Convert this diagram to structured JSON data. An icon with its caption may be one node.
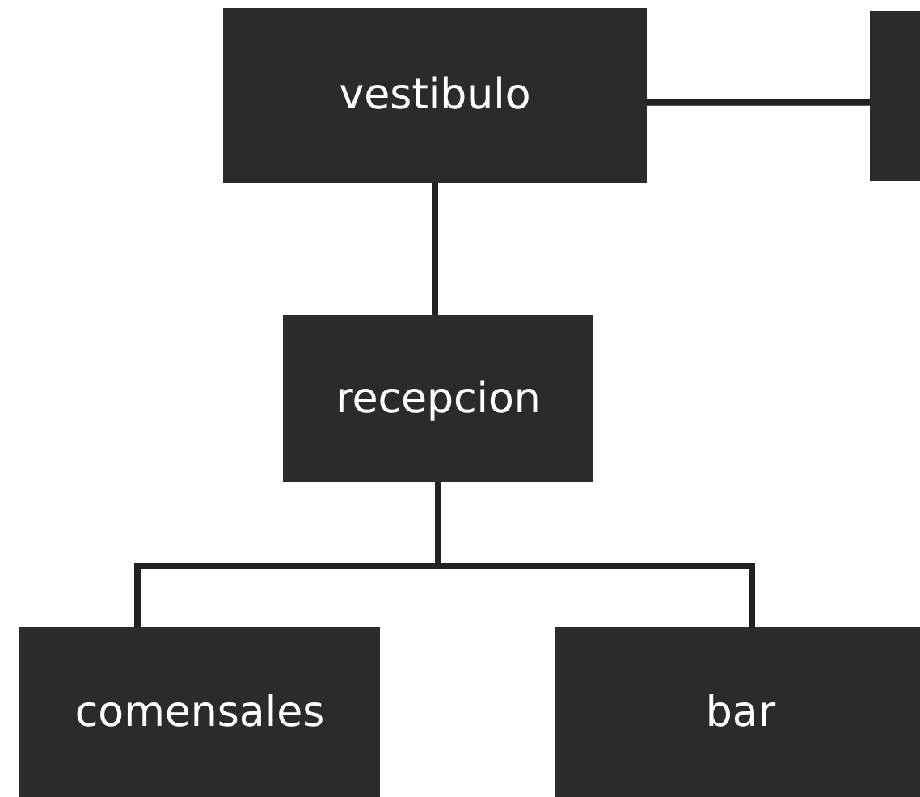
{
  "diagram": {
    "nodes": [
      {
        "text": [
          "vestibulo"
        ]
      },
      {
        "text": [],
        "shape": "box"
      },
      {
        "text": [
          "recepcion"
        ]
      },
      {
        "text": [
          "comensales"
        ]
      },
      {
        "text": [
          "bar"
        ]
      }
    ],
    "edges": [
      {
        "from": 0,
        "to": 1,
        "arrow": "none"
      },
      {
        "from": 0,
        "to": 2,
        "arrow": "none"
      },
      {
        "from": 2,
        "to": 3,
        "arrow": "none"
      },
      {
        "from": 2,
        "to": 4,
        "arrow": "none"
      }
    ]
  }
}
